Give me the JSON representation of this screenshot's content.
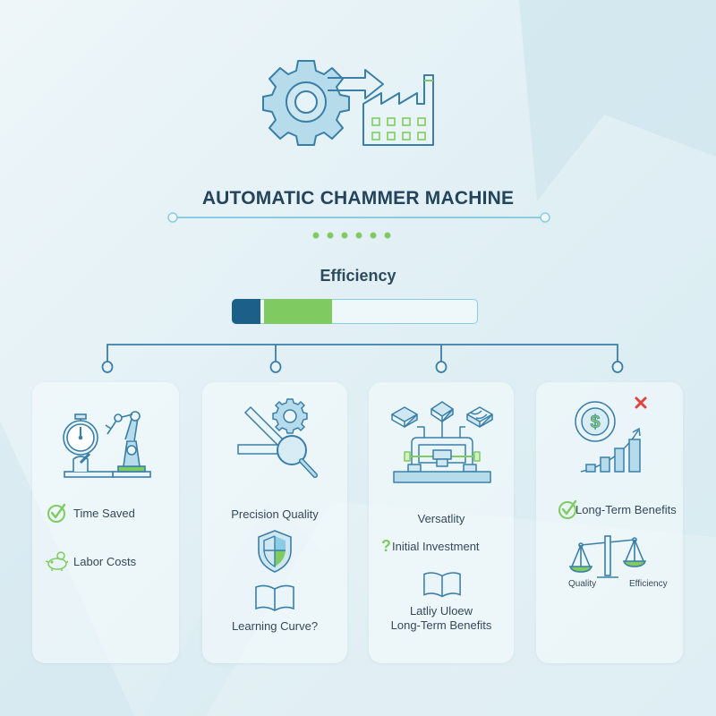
{
  "header": {
    "title": "AUTOMATIC CHAMMER MACHINE",
    "hero_icon": "gear-arrow-factory-icon",
    "progress_dots": 6
  },
  "efficiency": {
    "label": "Efficiency",
    "bar": {
      "segments": [
        {
          "name": "dark",
          "color": "#1c5f87",
          "width_pct": 12
        },
        {
          "name": "green",
          "color": "#7fcb62",
          "width_pct": 28
        }
      ],
      "track_color": "#eef7fa",
      "border_color": "#8ccbe6"
    }
  },
  "colors": {
    "primary_dark": "#24445c",
    "line_blue": "#3a7fa8",
    "light_blue": "#8ccbe6",
    "icon_fill": "#b6dbeb",
    "accent_green": "#7fcb62",
    "accent_red": "#e0443c"
  },
  "cards": [
    {
      "icon": "stopwatch-robot-arm-icon",
      "items": [
        {
          "icon": "check-circle-icon",
          "label": "Time Saved"
        },
        {
          "icon": "piggy-bank-icon",
          "label": "Labor Costs"
        }
      ]
    },
    {
      "icon": "ruler-gear-magnifier-icon",
      "items": [
        {
          "label": "Precision Quality"
        },
        {
          "icon": "shield-icon"
        },
        {
          "icon": "open-book-icon"
        },
        {
          "label": "Learning Curve?"
        }
      ]
    },
    {
      "icon": "materials-press-machine-icon",
      "items": [
        {
          "label": "Versatlity"
        },
        {
          "icon": "question-mark-icon",
          "label": "Initial Investment"
        },
        {
          "icon": "open-book-icon"
        },
        {
          "label": "Latliy Uloew"
        },
        {
          "label": "Long-Term Benefits"
        }
      ]
    },
    {
      "icon": "dollar-growth-chart-icon",
      "items": [
        {
          "icon": "check-circle-icon",
          "label": "Long-Term Benefits"
        },
        {
          "icon": "balance-scale-icon"
        },
        {
          "label": "Quality"
        },
        {
          "label": "Efficiency"
        }
      ]
    }
  ]
}
